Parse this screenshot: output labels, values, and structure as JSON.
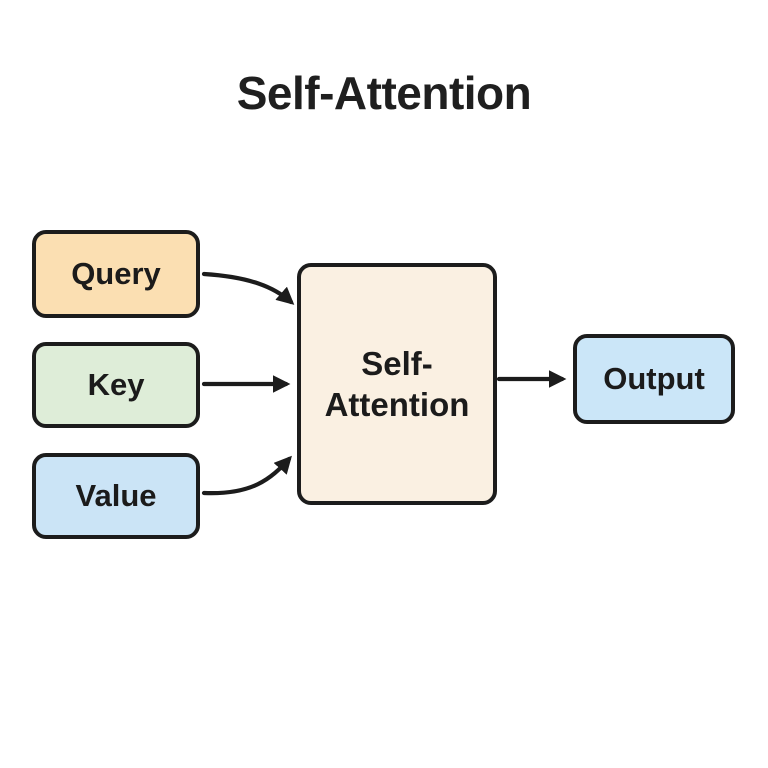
{
  "title": "Self-Attention",
  "diagram": {
    "background": "#ffffff",
    "line_color": "#1c1c1c",
    "text_color": "#1b1b1b",
    "nodes": {
      "query": {
        "label": "Query",
        "fill": "#fbdfb2"
      },
      "key": {
        "label": "Key",
        "fill": "#deedd8"
      },
      "value": {
        "label": "Value",
        "fill": "#cbe4f6"
      },
      "center": {
        "label_line1": "Self-",
        "label_line2": "Attention",
        "fill": "#faf0e2"
      },
      "output": {
        "label": "Output",
        "fill": "#cbe6f8"
      }
    },
    "edges": [
      {
        "from": "Query",
        "to": "Self-Attention",
        "style": "curved-down"
      },
      {
        "from": "Key",
        "to": "Self-Attention",
        "style": "straight"
      },
      {
        "from": "Value",
        "to": "Self-Attention",
        "style": "curved-up"
      },
      {
        "from": "Self-Attention",
        "to": "Output",
        "style": "straight"
      }
    ]
  }
}
